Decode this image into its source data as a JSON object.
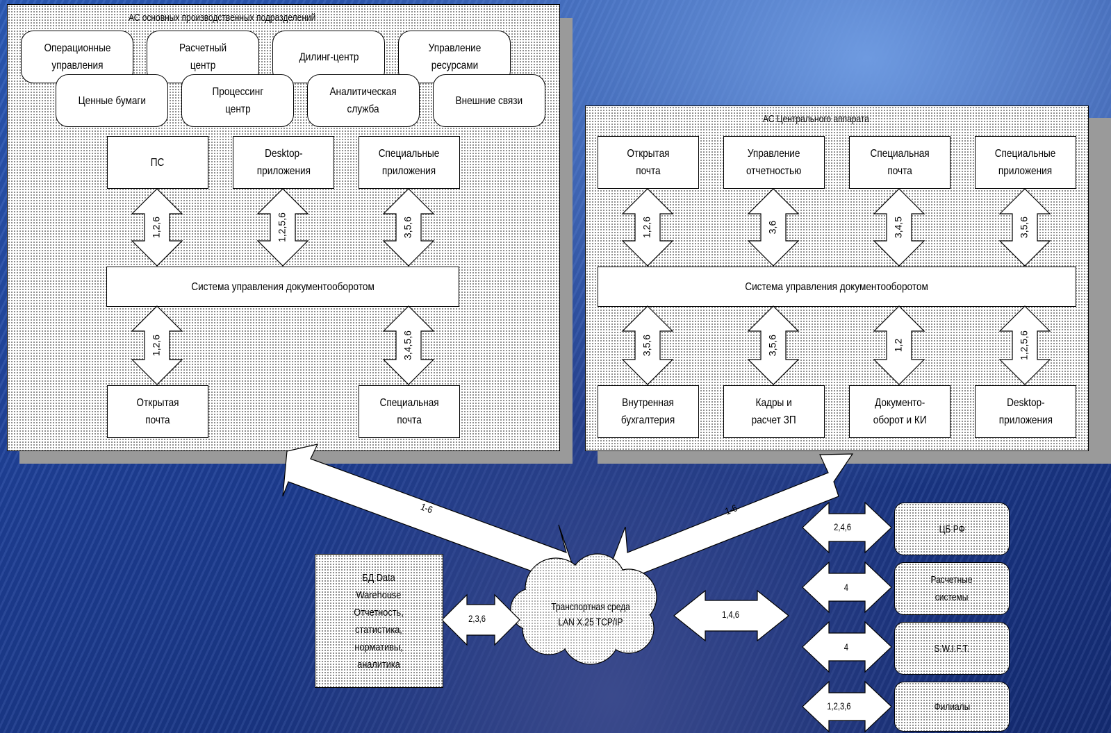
{
  "left_panel": {
    "title": "АС основных производственных подразделений",
    "divisions": [
      "Операционные\nуправления",
      "Расчетный\nцентр",
      "Дилинг-центр",
      "Управление\nресурсами",
      "Ценные бумаги",
      "Процессинг\nцентр",
      "Аналитическая\nслужба",
      "Внешние связи"
    ],
    "top_modules": [
      "ПС",
      "Desktop-\nприложения",
      "Специальные\nприложения"
    ],
    "top_links": [
      "1,2,6",
      "1,2,5,6",
      "3,5,6"
    ],
    "sdo": "Система управления документооборотом",
    "bottom_links": [
      "1,2,6",
      "3,4,5,6"
    ],
    "bottom_modules": [
      "Открытая\nпочта",
      "Специальная\nпочта"
    ]
  },
  "right_panel": {
    "title": "АС Центрального аппарата",
    "top_modules": [
      "Открытая\nпочта",
      "Управление\nотчетностью",
      "Специальная\nпочта",
      "Специальные\nприложения"
    ],
    "top_links": [
      "1,2,6",
      "3,6",
      "3,4,5",
      "3,5,6"
    ],
    "sdo": "Система управления документооборотом",
    "bottom_links": [
      "3,5,6",
      "3,5,6",
      "1,2",
      "1,2,5,6"
    ],
    "bottom_modules": [
      "Внутренная\nбухгалтерия",
      "Кадры и\nрасчет ЗП",
      "Документо-\nоборот и КИ",
      "Desktop-\nприложения"
    ]
  },
  "network": {
    "left_link": "1-6",
    "right_link": "1-6",
    "cloud": "Транспортная среда\nLAN X.25 TCP/IP",
    "dw_box": "БД Data\nWarehouse\nОтчетность,\nстатистика,\nнормативы,\nаналитика",
    "dw_link": "2,3,6",
    "ext_link": "1,4,6",
    "external": [
      {
        "label": "ЦБ РФ",
        "link": "2,4,6"
      },
      {
        "label": "Расчетные\nсистемы",
        "link": "4"
      },
      {
        "label": "S.W.I.F.T.",
        "link": "4"
      },
      {
        "label": "Филиалы",
        "link": "1,2,3,6"
      }
    ]
  }
}
